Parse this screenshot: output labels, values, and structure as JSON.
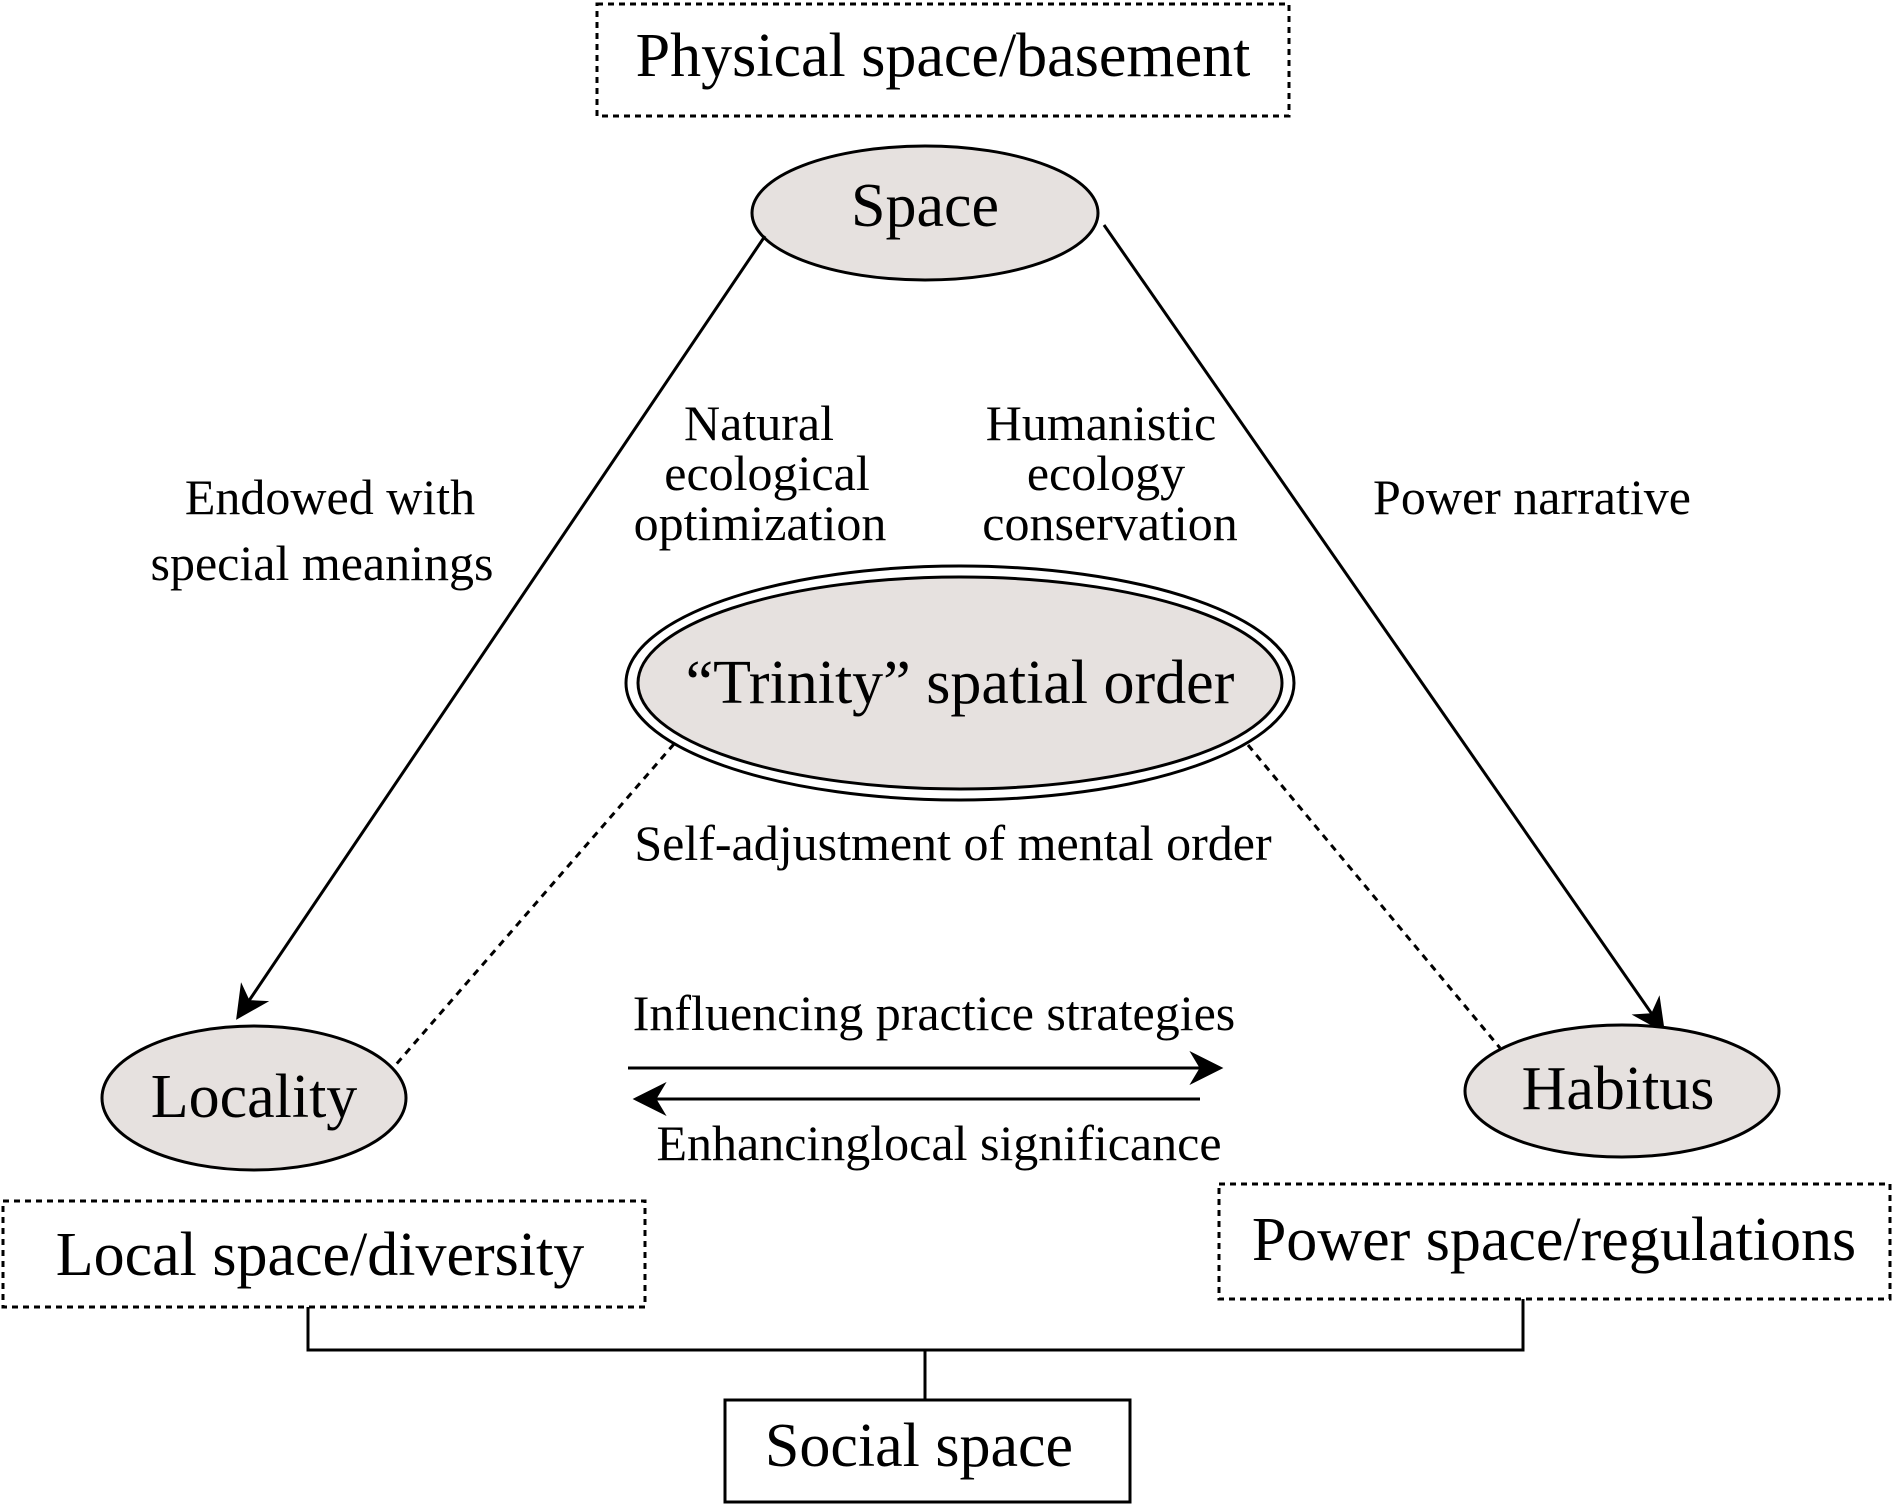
{
  "colors": {
    "node_fill": "#e6e1df",
    "stroke": "#000000",
    "background": "#ffffff"
  },
  "nodes": {
    "physical_space": "Physical space/basement",
    "space": "Space",
    "trinity": "“Trinity” spatial order",
    "locality": "Locality",
    "habitus": "Habitus",
    "local_space": "Local space/diversity",
    "power_space": "Power space/regulations",
    "social_space": "Social space"
  },
  "labels": {
    "endowed": [
      "Endowed with",
      "special meanings"
    ],
    "natural": [
      "Natural",
      "ecological",
      "optimization"
    ],
    "humanistic": [
      "Humanistic",
      "ecology",
      "conservation"
    ],
    "power_narrative": "Power narrative",
    "self_adjustment": "Self-adjustment of mental order",
    "influencing": "Influencing practice strategies",
    "enhancing": "Enhancinglocal significance"
  }
}
